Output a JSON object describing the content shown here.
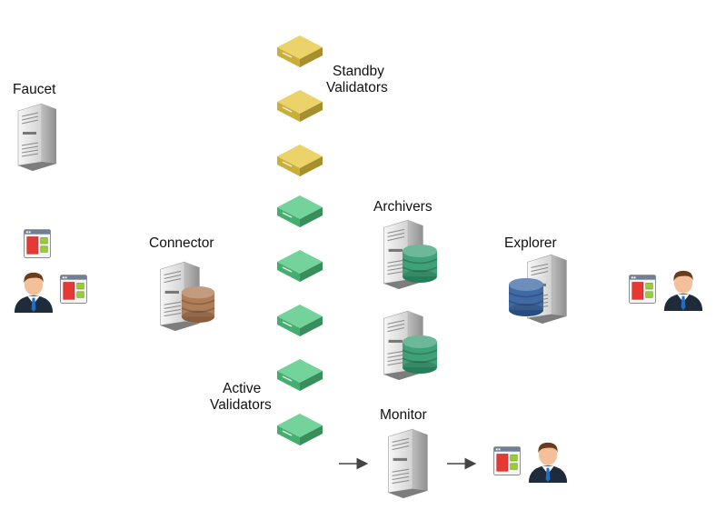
{
  "labels": {
    "faucet": "Faucet",
    "standby_line1": "Standby",
    "standby_line2": "Validators",
    "connector": "Connector",
    "archivers": "Archivers",
    "explorer": "Explorer",
    "active_line1": "Active",
    "active_line2": "Validators",
    "monitor": "Monitor"
  },
  "colors": {
    "standby_validator": "#e6c73f",
    "active_validator": "#4ec77f",
    "connector_db": "#a9724a",
    "archiver_db": "#2f9a6c",
    "explorer_db": "#2f5e9e",
    "server_body": "#e9e9e9",
    "window_screen": "#e53935",
    "window_widgets": "#9acd32",
    "arrow": "#444444"
  },
  "icons": {
    "server": "server-tower-icon",
    "validator": "validator-node-icon",
    "database": "database-cylinder-icon",
    "user": "user-businessman-icon",
    "client": "client-app-window-icon",
    "arrow": "arrow-right-icon"
  },
  "validators": {
    "standby_count": 3,
    "active_count": 5
  }
}
